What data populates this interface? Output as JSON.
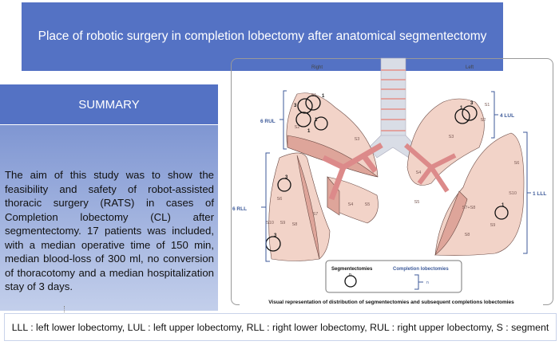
{
  "title": "Place of robotic surgery in completion lobectomy after anatomical segmentectomy",
  "summary": {
    "heading": "SUMMARY",
    "text": "The aim of this study was to show the feasibility and safety of robot-assisted thoracic surgery (RATS) in cases of Completion lobectomy (CL) after segmentectomy. 17 patients was included, with a median operative time of 150 min, median blood-loss of 300 ml, no conversion of thoracotomy and a median hospitalization stay of 3 days."
  },
  "figure": {
    "right_label": "Right",
    "left_label": "Left",
    "brackets": {
      "rul": "6 RUL",
      "rll": "6 RLL",
      "lul": "4 LUL",
      "lll": "1 LLL"
    },
    "segments": {
      "s1r": "S1",
      "s2r": "S2",
      "s3r": "S3",
      "s4r": "S4",
      "s5r": "S5",
      "s6r": "S6",
      "s7r": "S7",
      "s8r": "S8",
      "s9r": "S9",
      "s10r": "S10",
      "s1l": "S1",
      "s2l": "S2",
      "s3l": "S3",
      "s4l": "S4",
      "s5l": "S5",
      "s6l": "S6",
      "s78l": "S7+S8",
      "s8l": "S8",
      "s9l": "S9",
      "s10l": "S10"
    },
    "counts": {
      "a": "3",
      "b": "1",
      "c": "1",
      "d": "1",
      "e": "3",
      "f": "3",
      "g": "1",
      "h": "3",
      "i": "1"
    },
    "legend": {
      "seg": "Segmentectomies",
      "cl": "Completion lobectomies",
      "n1": "n",
      "n2": "n"
    },
    "caption": "Visual representation of distribution of segmentectomies and subsequent completions lobectomies",
    "colors": {
      "lung": "#f2d3c8",
      "lung_dark": "#dea59a",
      "bronchus": "#dc8a8a",
      "bracket": "#3d5a99",
      "trachea": "#d9dde6"
    }
  },
  "footer": "LLL : left lower lobectomy, LUL : left upper lobectomy, RLL : right lower lobectomy, RUL : right upper lobectomy, S : segment"
}
